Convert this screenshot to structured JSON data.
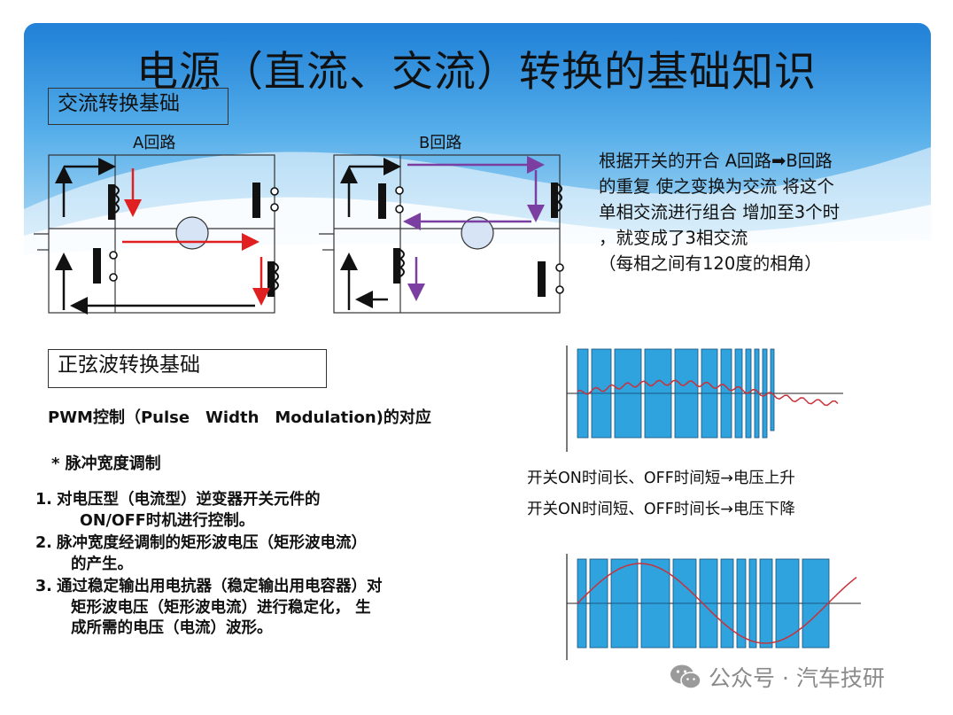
{
  "title": "电源（直流、交流）转换的基础知识",
  "sections": {
    "ac_basics": "交流转换基础",
    "sine_basics": "正弦波转换基础"
  },
  "circuits": {
    "a_label": "A回路",
    "b_label": "B回路"
  },
  "description": [
    "根据开关的开合 A回路➡B回路",
    "的重复 使之变换为交流 将这个",
    "单相交流进行组合 增加至3个时",
    "，就变成了3相交流",
    "（每相之间有120度的相角）"
  ],
  "pwm": {
    "title": "PWM控制（Pulse　Width　Modulation)的对应",
    "subtitle": "* 脉冲宽度调制",
    "items": [
      {
        "num": "1.",
        "lines": [
          "对电压型（电流型）逆变器开关元件的",
          "ON/OFF时机进行控制。"
        ]
      },
      {
        "num": "2.",
        "lines": [
          "脉冲宽度经调制的矩形波电压（矩形波电流）",
          "的产生。"
        ]
      },
      {
        "num": "3.",
        "lines": [
          "通过稳定输出用电抗器（稳定输出用电容器）对",
          "矩形波电压（矩形波电流）进行稳定化， 生",
          "成所需的电压（电流）波形。"
        ]
      }
    ]
  },
  "waveform_notes": {
    "up": "开关ON时间长、OFF时间短→电压上升",
    "down": "开关ON时间短、OFF时间长→电压下降"
  },
  "watermark": {
    "icon": "wechat-icon",
    "text": "公众号 · 汽车技研"
  },
  "colors": {
    "sky": "#2f8fdc",
    "current_a": "#e02020",
    "current_b": "#7a3fa0",
    "pulse": "#2ea3dd",
    "sine": "#c8323a"
  }
}
